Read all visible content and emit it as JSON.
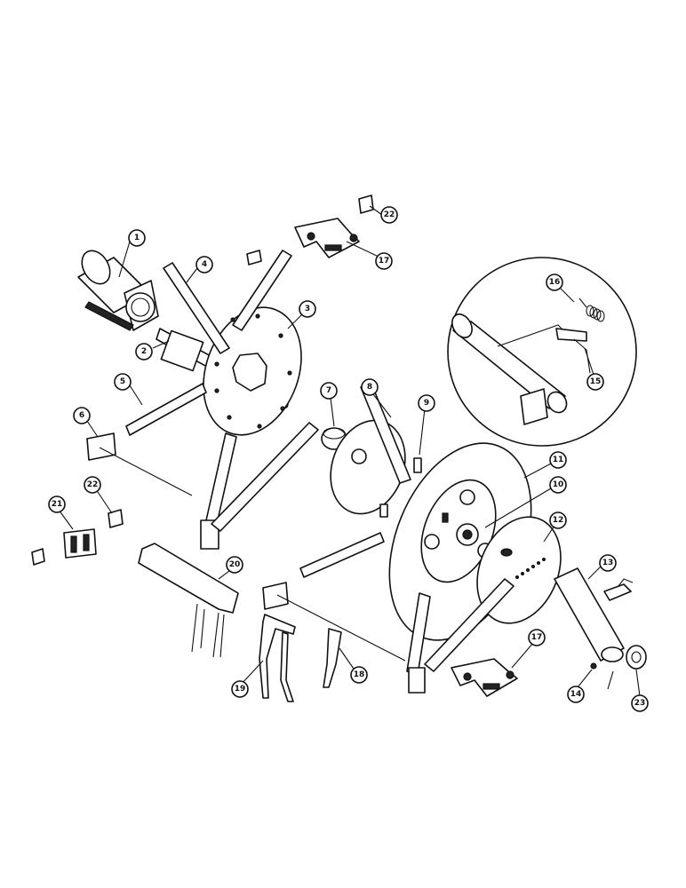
{
  "callouts": [
    {
      "id": "c1",
      "label": "1"
    },
    {
      "id": "c2",
      "label": "2"
    },
    {
      "id": "c3",
      "label": "3"
    },
    {
      "id": "c4",
      "label": "4"
    },
    {
      "id": "c5",
      "label": "5"
    },
    {
      "id": "c6",
      "label": "6"
    },
    {
      "id": "c7",
      "label": "7"
    },
    {
      "id": "c8",
      "label": "8"
    },
    {
      "id": "c9",
      "label": "9"
    },
    {
      "id": "c10",
      "label": "10"
    },
    {
      "id": "c11",
      "label": "11"
    },
    {
      "id": "c12",
      "label": "12"
    },
    {
      "id": "c13",
      "label": "13"
    },
    {
      "id": "c14",
      "label": "14"
    },
    {
      "id": "c15",
      "label": "15"
    },
    {
      "id": "c16",
      "label": "16"
    },
    {
      "id": "c17a",
      "label": "17"
    },
    {
      "id": "c17b",
      "label": "17"
    },
    {
      "id": "c18",
      "label": "18"
    },
    {
      "id": "c19",
      "label": "19"
    },
    {
      "id": "c20",
      "label": "20"
    },
    {
      "id": "c21",
      "label": "21"
    },
    {
      "id": "c22a",
      "label": "22"
    },
    {
      "id": "c22b",
      "label": "22"
    },
    {
      "id": "c23",
      "label": "23"
    }
  ]
}
